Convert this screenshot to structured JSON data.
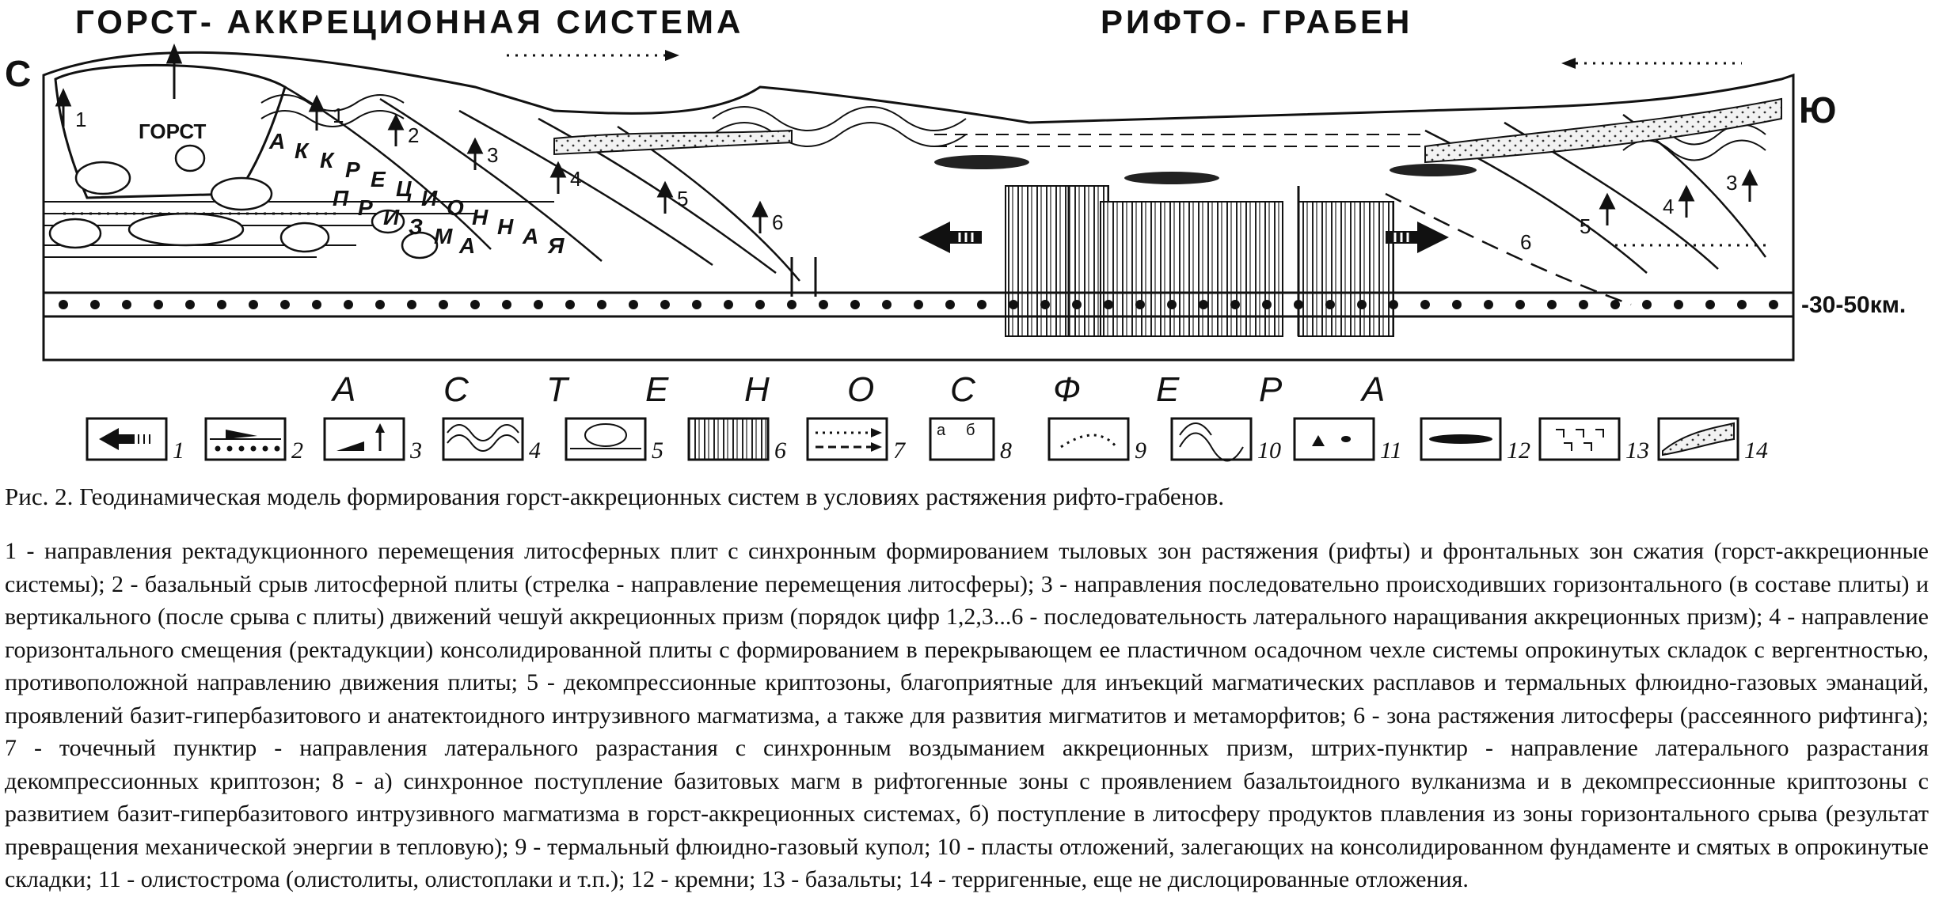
{
  "titles": {
    "left": "ГОРСТ- АККРЕЦИОННАЯ СИСТЕМА",
    "right": "РИФТО- ГРАБЕН"
  },
  "directions": {
    "north": "С",
    "south": "Ю"
  },
  "diagram_labels": {
    "horst": "ГОРСТ",
    "prism_word1": [
      "А",
      "К",
      "К",
      "Р",
      "Е",
      "Ц",
      "И",
      "О",
      "Н",
      "Н",
      "А",
      "Я"
    ],
    "prism_word2": [
      "П",
      "Р",
      "И",
      "З",
      "М",
      "А"
    ],
    "asthenosphere": [
      "А",
      "С",
      "Т",
      "Е",
      "Н",
      "О",
      "С",
      "Ф",
      "Е",
      "Р",
      "А"
    ],
    "depth": "-30-50км.",
    "left_numbers": [
      "1",
      "1",
      "2",
      "3",
      "4",
      "5",
      "6"
    ],
    "right_numbers": [
      "3",
      "4",
      "5",
      "6"
    ]
  },
  "legend_numbers": [
    "1",
    "2",
    "3",
    "4",
    "5",
    "6",
    "7",
    "8",
    "9",
    "10",
    "11",
    "12",
    "13",
    "14"
  ],
  "legend_sub_labels": {
    "a": "а",
    "b": "б"
  },
  "caption": "Рис. 2. Геодинамическая модель формирования горст-аккреционных систем в условиях растяжения рифто-грабенов.",
  "legend_text": "1 - направления ректадукционного перемещения литосферных плит с синхронным формированием тыловых зон растяжения (рифты) и фронтальных зон сжатия (горст-аккреционные системы); 2 - базальный срыв литосферной плиты (стрелка - направление перемещения литосферы); 3 - направления последовательно происходивших горизонтального (в составе плиты) и вертикального (после срыва с плиты) движений чешуй аккреционных призм (порядок цифр 1,2,3...6 - последовательность латерального наращивания аккреционных призм); 4 - направление горизонтального смещения (ректадукции) консолидированной плиты с формированием в перекрывающем ее пластичном осадочном чехле системы опрокинутых складок с вергентностью, противоположной направлению движения плиты; 5 - декомпрессионные криптозоны, благоприятные для инъекций магматических расплавов и термальных флюидно-газовых эманаций, проявлений базит-гипербазитового и анатектоидного интрузивного магматизма, а также для развития мигматитов и метаморфитов; 6 - зона растяжения литосферы (рассеянного рифтинга); 7 - точечный пунктир - направления латерального разрастания с синхронным воздыманием аккреционных призм, штрих-пунктир - направление латерального разрастания декомпрессионных криптозон; 8 - а) синхронное поступление базитовых магм в рифтогенные зоны с проявлением базальтоидного вулканизма и в декомпрессионные криптозоны с развитием базит-гипербазитового интрузивного магматизма в горст-аккреционных системах, б) поступление в литосферу продуктов плавления из зоны горизонтального срыва (результат превращения механической энергии в тепловую); 9 - термальный флюидно-газовый купол; 10 - пласты отложений, залегающих на консолидированном фундаменте и смятых в опрокинутые складки; 11 - олистострома (олистолиты, олистоплаки и т.п.); 12 - кремни; 13 - базальты; 14 - терригенные, еще не дислоцированные отложения."
}
